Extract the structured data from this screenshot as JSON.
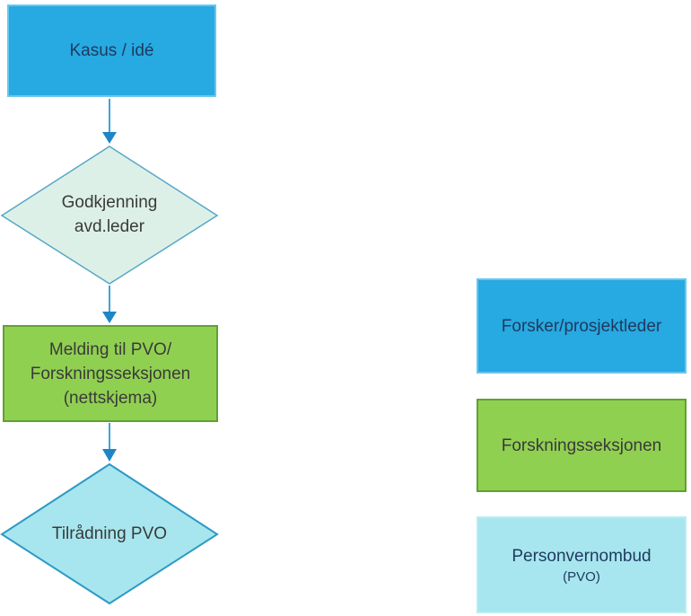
{
  "flowchart": {
    "nodes": [
      {
        "id": "kasus",
        "shape": "rectangle",
        "role": "forsker-prosjektleder",
        "lines": [
          "Kasus / idé"
        ]
      },
      {
        "id": "godkjenning",
        "shape": "diamond",
        "role": "forsker-prosjektleder",
        "lines": [
          "Godkjenning",
          "avd.leder"
        ]
      },
      {
        "id": "melding",
        "shape": "rectangle",
        "role": "forskningsseksjonen",
        "lines": [
          "Melding til PVO/",
          "Forskningsseksjonen",
          "(nettskjema)"
        ]
      },
      {
        "id": "tilradning",
        "shape": "diamond",
        "role": "personvernombud",
        "lines": [
          "Tilrådning PVO"
        ]
      }
    ],
    "connections": [
      {
        "from": "kasus",
        "to": "godkjenning"
      },
      {
        "from": "godkjenning",
        "to": "melding"
      },
      {
        "from": "melding",
        "to": "tilradning"
      }
    ]
  },
  "legend": {
    "items": [
      {
        "label": "Forsker/prosjektleder",
        "color": "#27A9E1"
      },
      {
        "label": "Forskningsseksjonen",
        "color": "#90D051"
      },
      {
        "label": "Personvernombud",
        "sublabel": "(PVO)",
        "color": "#A7E6EE"
      }
    ]
  },
  "colors": {
    "blue_fill": "#27A9E1",
    "blue_border": "#6AC6ED",
    "green_fill": "#90D051",
    "green_border": "#61A033",
    "mint_fill": "#DDF0E8",
    "mint_border": "#57A7C8",
    "cyan_fill": "#A7E6EE",
    "cyan_border": "#2E9AC6",
    "cyan_legend_border": "#BDEBF1",
    "arrow_line": "#3FA3D7",
    "arrow_head": "#1E86C7",
    "navy_text": "#1E3A5F",
    "dark_text": "#3A3A3A"
  }
}
